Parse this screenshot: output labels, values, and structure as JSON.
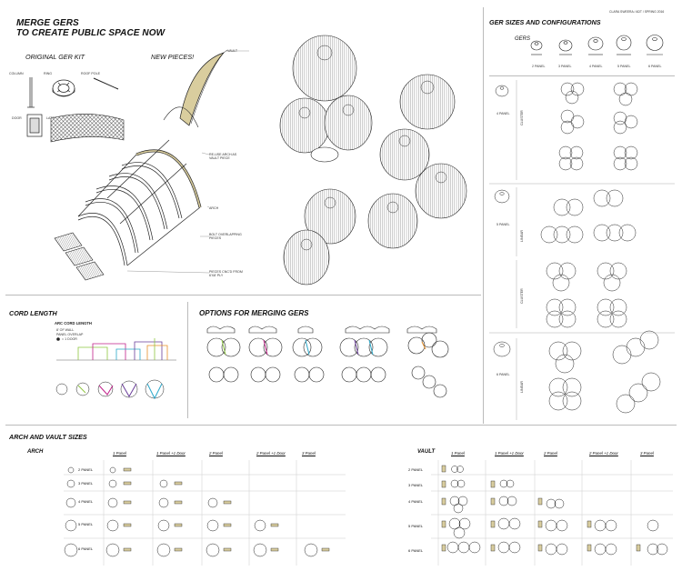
{
  "header": {
    "title_line1": "MERGE GERS",
    "title_line2": "TO CREATE PUBLIC SPACE NOW",
    "credit": "CLARA SWEERA / ADT / SPRING 2016"
  },
  "kit": {
    "title": "ORIGINAL GER KIT",
    "column": "COLUMN",
    "ring": "RING",
    "roof_pole": "ROOF POLE",
    "door": "DOOR",
    "lattice": "LATTICE"
  },
  "new_pieces": {
    "title": "NEW PIECES!",
    "vault": "VAULT",
    "reuse": "RE-USE ARCH AS VAULT PIECE",
    "arch": "ARCH",
    "bolt": "BOLT OVERLAPPING PIECES",
    "cnc": "PIECES CNC'D FROM 6'X8' PLY"
  },
  "cord": {
    "title": "CORD LENGTH",
    "arc_label": "ARC CORD LENGTH",
    "wall_note": "8' OF WALL",
    "overlap_note": "PANEL OVERLAP",
    "door_note": "= 1 DOOR"
  },
  "options": {
    "title": "OPTIONS FOR MERGING GERS"
  },
  "sizes": {
    "title": "GER SIZES AND CONFIGURATIONS",
    "gers": "GERS",
    "panel_labels": [
      "2 PANEL",
      "3 PANEL",
      "4 PANEL",
      "5 PANEL",
      "6 PANEL"
    ],
    "row_labels": [
      "4 PANEL",
      "5 PANEL",
      "6 PANEL"
    ],
    "side_labels": [
      "CLUSTER",
      "LINEAR",
      "CLUSTER",
      "LINEAR"
    ]
  },
  "arch_vault": {
    "title": "ARCH AND VAULT SIZES",
    "arch_title": "ARCH",
    "vault_title": "VAULT",
    "arch_cols": [
      "1 Panel",
      "1 Panel +1 Door",
      "2 Panel",
      "2 Panel +1 Door",
      "3 Panel"
    ],
    "vault_cols": [
      "1 Panel",
      "1 Panel +1 Door",
      "2 Panel",
      "2 Panel +1 Door",
      "3 Panel"
    ],
    "rows": [
      "2 PANEL",
      "3 PANEL",
      "4 PANEL",
      "5 PANEL",
      "6 PANEL"
    ]
  },
  "colors": {
    "wood": "#d9cd9e",
    "line": "#222222",
    "rule": "#bbbbbb",
    "green": "#8fc640",
    "magenta": "#c0208a",
    "cyan": "#2aa7c9",
    "purple": "#6a3d9a",
    "orange": "#e6902a"
  }
}
